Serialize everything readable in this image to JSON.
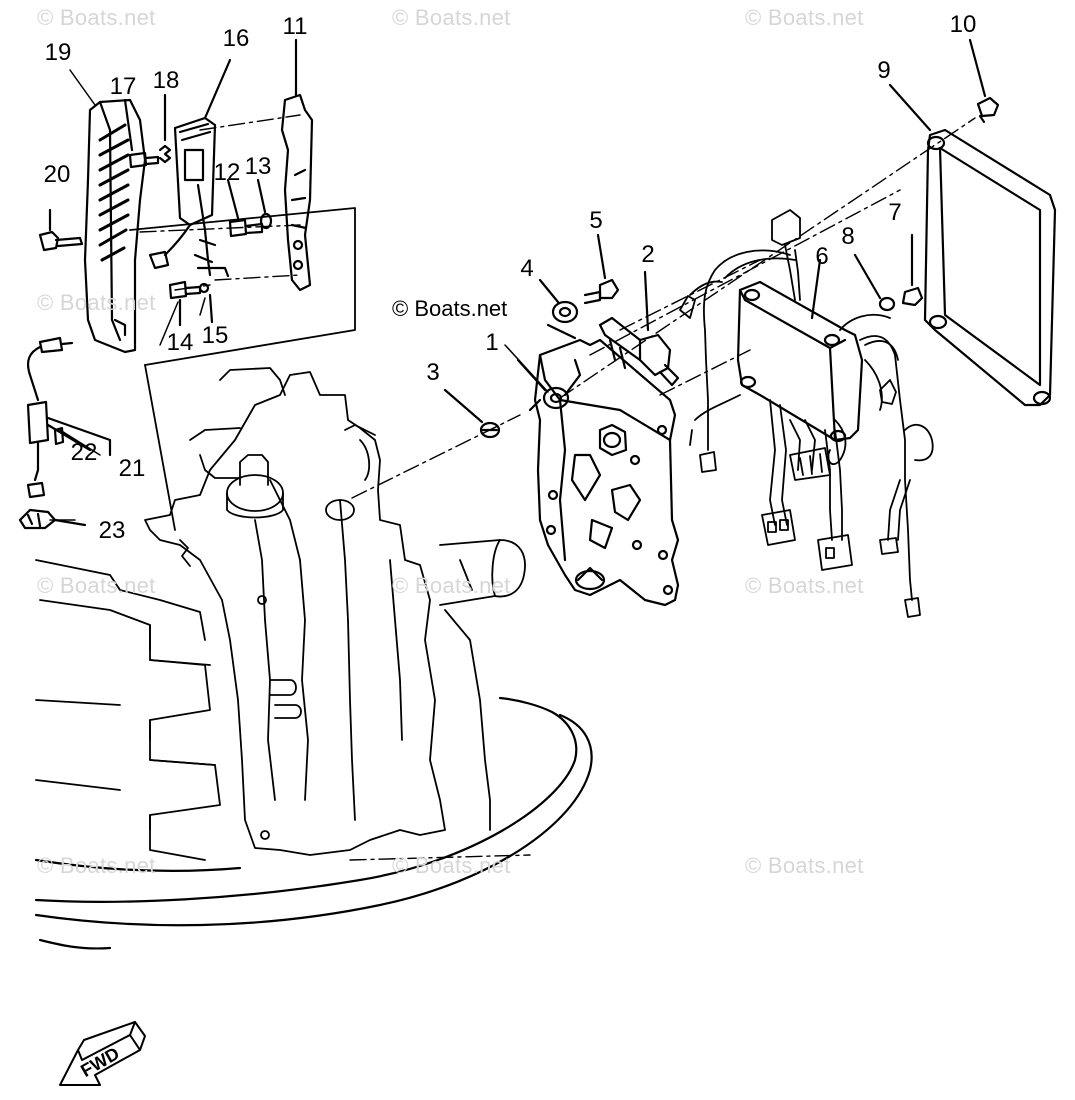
{
  "watermark": "© Boats.net",
  "watermark_center": "© Boats.net",
  "callouts": [
    {
      "id": "1",
      "label": "1"
    },
    {
      "id": "2",
      "label": "2"
    },
    {
      "id": "3",
      "label": "3"
    },
    {
      "id": "4",
      "label": "4"
    },
    {
      "id": "5",
      "label": "5"
    },
    {
      "id": "6",
      "label": "6"
    },
    {
      "id": "7",
      "label": "7"
    },
    {
      "id": "8",
      "label": "8"
    },
    {
      "id": "9",
      "label": "9"
    },
    {
      "id": "10",
      "label": "10"
    },
    {
      "id": "11",
      "label": "11"
    },
    {
      "id": "12",
      "label": "12"
    },
    {
      "id": "13",
      "label": "13"
    },
    {
      "id": "14",
      "label": "14"
    },
    {
      "id": "15",
      "label": "15"
    },
    {
      "id": "16",
      "label": "16"
    },
    {
      "id": "17",
      "label": "17"
    },
    {
      "id": "18",
      "label": "18"
    },
    {
      "id": "19",
      "label": "19"
    },
    {
      "id": "20",
      "label": "20"
    },
    {
      "id": "21",
      "label": "21"
    },
    {
      "id": "22",
      "label": "22"
    },
    {
      "id": "23",
      "label": "23"
    }
  ],
  "fwd_label": "FWD"
}
